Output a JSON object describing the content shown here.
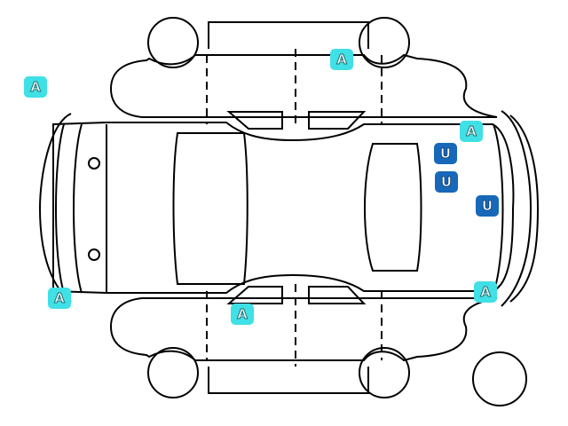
{
  "title": "Vehicle damage inspection diagram",
  "colors": {
    "badge_A": "#3fe0e6",
    "badge_U": "#1768b8",
    "outline": "#000000"
  },
  "markers": [
    {
      "code": "A",
      "area": "left-front-outside"
    },
    {
      "code": "A",
      "area": "top-right-door"
    },
    {
      "code": "A",
      "area": "rear-bumper-top"
    },
    {
      "code": "A",
      "area": "front-bumper-bottom"
    },
    {
      "code": "A",
      "area": "bottom-left-door"
    },
    {
      "code": "A",
      "area": "rear-bumper-bottom"
    },
    {
      "code": "U",
      "area": "rear-window-1"
    },
    {
      "code": "U",
      "area": "rear-window-2"
    },
    {
      "code": "U",
      "area": "rear-panel"
    }
  ]
}
